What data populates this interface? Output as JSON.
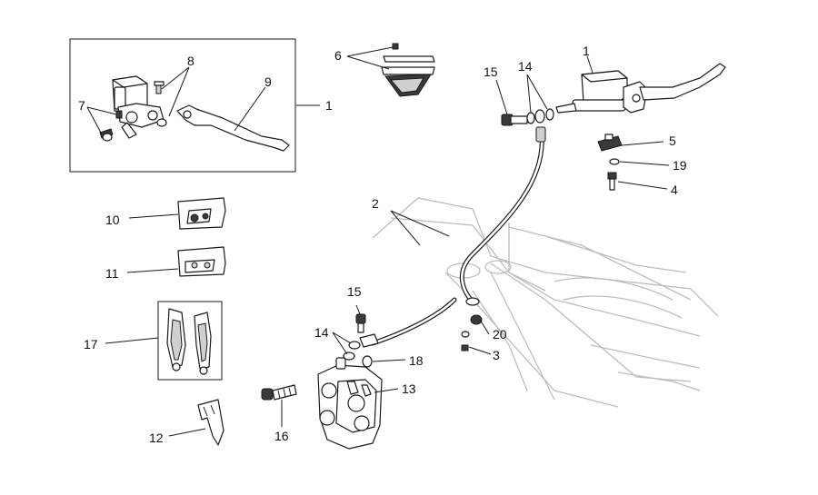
{
  "callouts": {
    "box_master_cylinder": "1",
    "box_screws": "7",
    "box_pins": "8",
    "box_lever": "9",
    "top_pads_kit": "6",
    "master_cylinder": "1",
    "fitting_screw_top": "15",
    "washers_top": "14",
    "switch": "5",
    "washer_19": "19",
    "screw_4": "4",
    "brake_hose": "2",
    "pads_10": "10",
    "pads_11": "11",
    "pads_17": "17",
    "spring_12": "12",
    "fitting_screw_bottom": "15",
    "washers_bottom": "14",
    "grommet": "20",
    "screw_3": "3",
    "bleed_cap": "18",
    "caliper": "13",
    "caliper_bolt": "16"
  }
}
